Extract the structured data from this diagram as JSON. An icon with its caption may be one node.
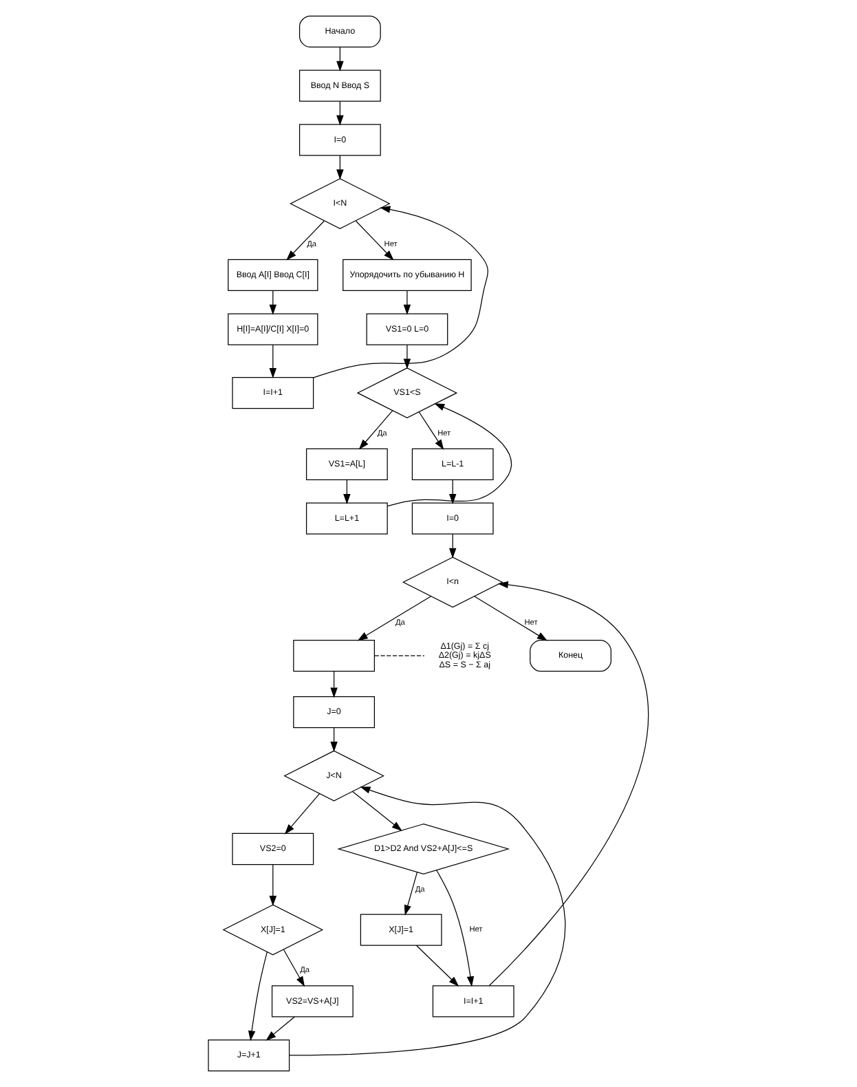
{
  "diagram": {
    "nodes": [
      {
        "text": [
          "Начало"
        ]
      },
      {
        "text": [
          "Ввод N Ввод S"
        ]
      },
      {
        "text": [
          "I=0"
        ]
      },
      {
        "text": [
          "I<N"
        ]
      },
      {
        "text": [
          "I=I+1"
        ]
      },
      {
        "text": [
          "Ввод A[I] Ввод C[I]"
        ]
      },
      {
        "text": [
          "Упорядочить по убыванию H"
        ]
      },
      {
        "text": [
          "H[I]=A[I]/C[I] X[I]=0"
        ]
      },
      {
        "text": [
          "VS1=0 L=0"
        ]
      },
      {
        "text": [
          "VS1<S"
        ]
      },
      {
        "text": [
          "L=L+1"
        ]
      },
      {
        "text": [
          "VS1=A[L]"
        ]
      },
      {
        "text": [
          "L=L-1"
        ]
      },
      {
        "text": [
          "I=0"
        ]
      },
      {
        "text": [
          "I<n"
        ]
      },
      {
        "text": [],
        "shape": "box"
      },
      {
        "text": [
          "Конец"
        ]
      },
      {
        "text": [
          "J=0"
        ]
      },
      {
        "text": [
          "J<N"
        ]
      },
      {
        "text": [
          "J=J+1"
        ]
      },
      {
        "text": [
          "VS2=0"
        ]
      },
      {
        "text": [
          "D1>D2 And VS2+A[J]<=S"
        ]
      },
      {
        "text": [
          "X[J]=1"
        ]
      },
      {
        "text": [
          "X[J]=1"
        ]
      },
      {
        "text": [
          "VS2=VS+A[J]"
        ]
      },
      {
        "text": [
          "I=I+1"
        ]
      },
      {
        "text": [
          "Δ1(Gj) = Σ cj",
          "Δ2(Gj) = kjΔS",
          "ΔS = S − Σ aj"
        ]
      }
    ],
    "edges": [
      {
        "from": 0,
        "to": 1,
        "arrow": "to"
      },
      {
        "from": 1,
        "to": 2,
        "arrow": "to"
      },
      {
        "from": 2,
        "to": 3,
        "arrow": "to"
      },
      {
        "from": 3,
        "to": 5,
        "arrow": "to",
        "label": "Да"
      },
      {
        "from": 3,
        "to": 6,
        "arrow": "to",
        "label": "Нет"
      },
      {
        "from": 5,
        "to": 7,
        "arrow": "to"
      },
      {
        "from": 7,
        "to": 4,
        "arrow": "to"
      },
      {
        "from": 4,
        "to": 3,
        "arrow": "to"
      },
      {
        "from": 6,
        "to": 8,
        "arrow": "to"
      },
      {
        "from": 8,
        "to": 9,
        "arrow": "to"
      },
      {
        "from": 9,
        "to": 11,
        "arrow": "to",
        "label": "Да"
      },
      {
        "from": 9,
        "to": 12,
        "arrow": "to",
        "label": "Нет"
      },
      {
        "from": 11,
        "to": 10,
        "arrow": "to"
      },
      {
        "from": 10,
        "to": 9,
        "arrow": "to"
      },
      {
        "from": 12,
        "to": 13,
        "arrow": "to"
      },
      {
        "from": 13,
        "to": 14,
        "arrow": "to"
      },
      {
        "from": 14,
        "to": 15,
        "arrow": "to",
        "label": "Да"
      },
      {
        "from": 14,
        "to": 16,
        "arrow": "to",
        "label": "Нет"
      },
      {
        "from": 15,
        "to": 26,
        "arrow": "none",
        "style": "dashed"
      },
      {
        "from": 15,
        "to": 17,
        "arrow": "to"
      },
      {
        "from": 17,
        "to": 18,
        "arrow": "to"
      },
      {
        "from": 18,
        "to": 20,
        "arrow": "to"
      },
      {
        "from": 18,
        "to": 21,
        "arrow": "to"
      },
      {
        "from": 20,
        "to": 22,
        "arrow": "to"
      },
      {
        "from": 22,
        "to": 24,
        "arrow": "to",
        "label": "Да"
      },
      {
        "from": 22,
        "to": 19,
        "arrow": "to"
      },
      {
        "from": 24,
        "to": 19,
        "arrow": "to"
      },
      {
        "from": 19,
        "to": 18,
        "arrow": "to"
      },
      {
        "from": 21,
        "to": 23,
        "arrow": "to",
        "label": "Да"
      },
      {
        "from": 21,
        "to": 25,
        "arrow": "to",
        "label": "Нет"
      },
      {
        "from": 23,
        "to": 25,
        "arrow": "to"
      },
      {
        "from": 25,
        "to": 14,
        "arrow": "to"
      }
    ]
  }
}
